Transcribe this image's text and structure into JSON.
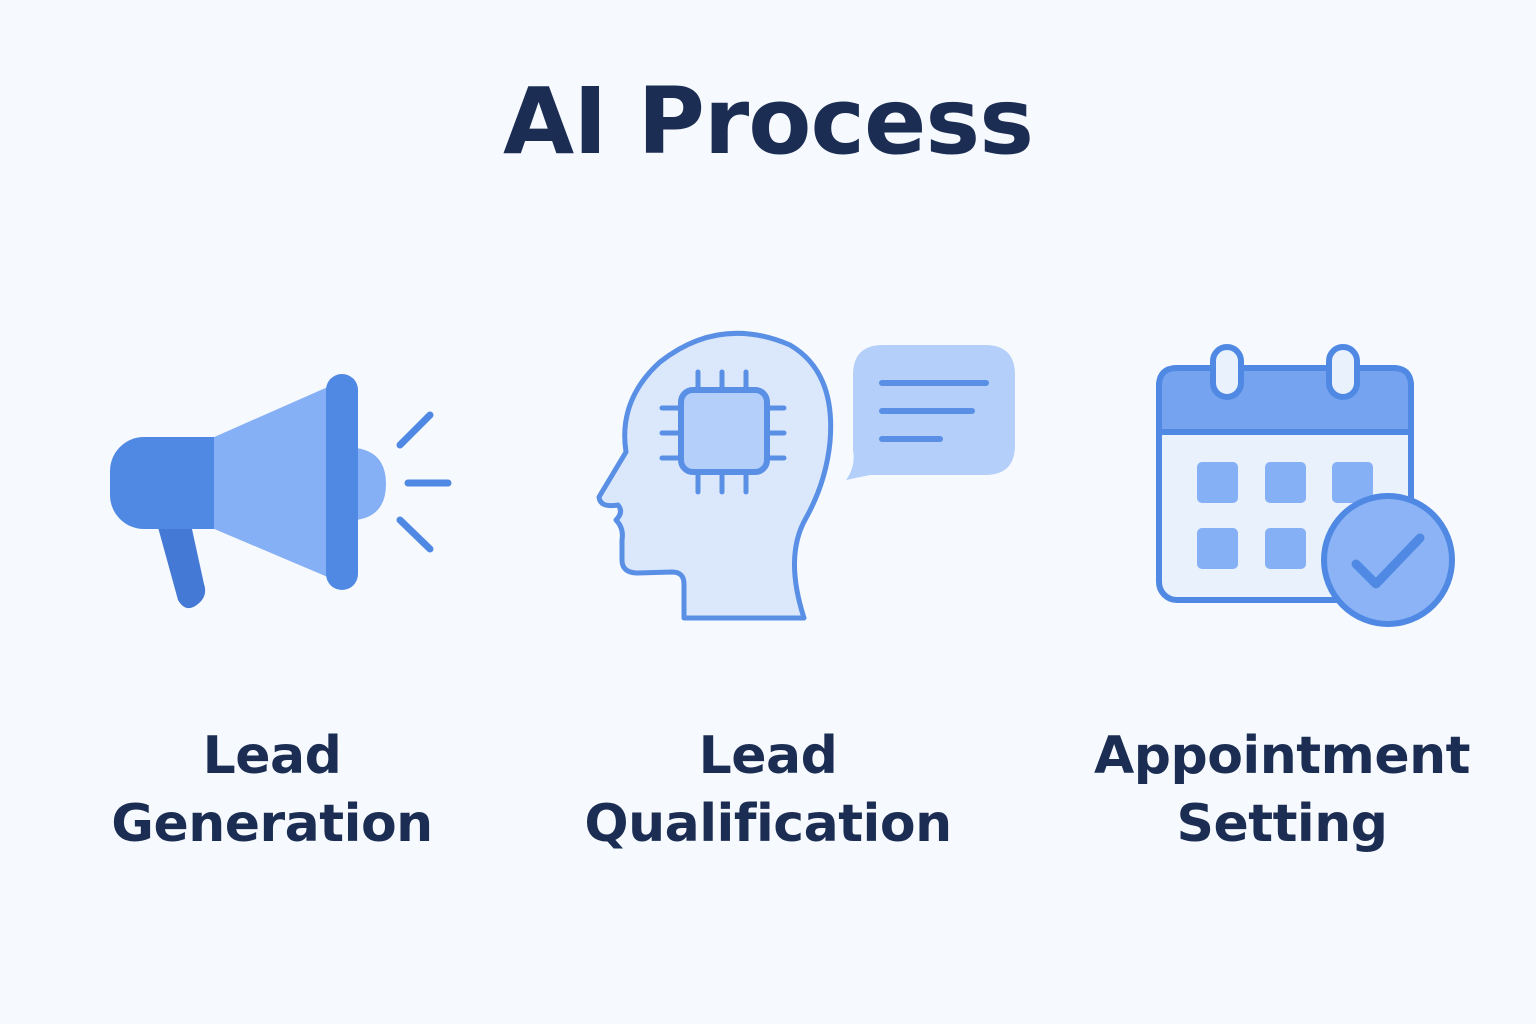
{
  "title": "AI Process",
  "steps": [
    {
      "line1": "Lead",
      "line2": "Generation",
      "icon": "megaphone-icon"
    },
    {
      "line1": "Lead",
      "line2": "Qualification",
      "icon": "ai-head-chat-icon"
    },
    {
      "line1": "Appointment",
      "line2": "Setting",
      "icon": "calendar-check-icon"
    }
  ],
  "colors": {
    "primary": "#5089e4",
    "light": "#86b0f5",
    "pale": "#dbe8fc",
    "text": "#1b2d52",
    "background": "#f6f9fd"
  }
}
